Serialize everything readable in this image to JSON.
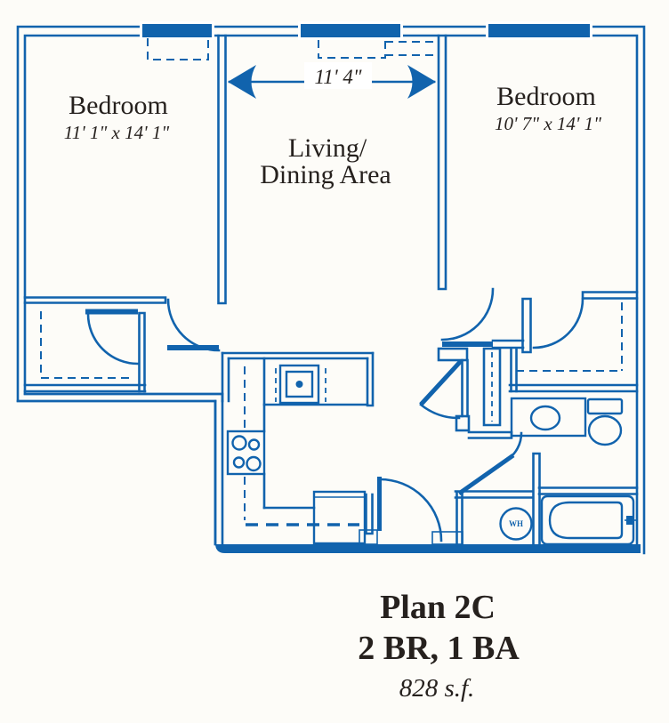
{
  "colors": {
    "ink": "#1163ad",
    "text": "#26211e",
    "bg": "#fdfcf8"
  },
  "labels": {
    "bedroom_left_name": "Bedroom",
    "bedroom_left_dims": "11' 1\" x 14' 1\"",
    "bedroom_right_name": "Bedroom",
    "bedroom_right_dims": "10' 7\" x 14' 1\"",
    "living_line1": "Living/",
    "living_line2": "Dining Area",
    "living_width_dim": "11' 4\"",
    "water_heater": "WH"
  },
  "title": {
    "plan": "Plan 2C",
    "config": "2 BR, 1 BA",
    "area": "828 s.f."
  }
}
